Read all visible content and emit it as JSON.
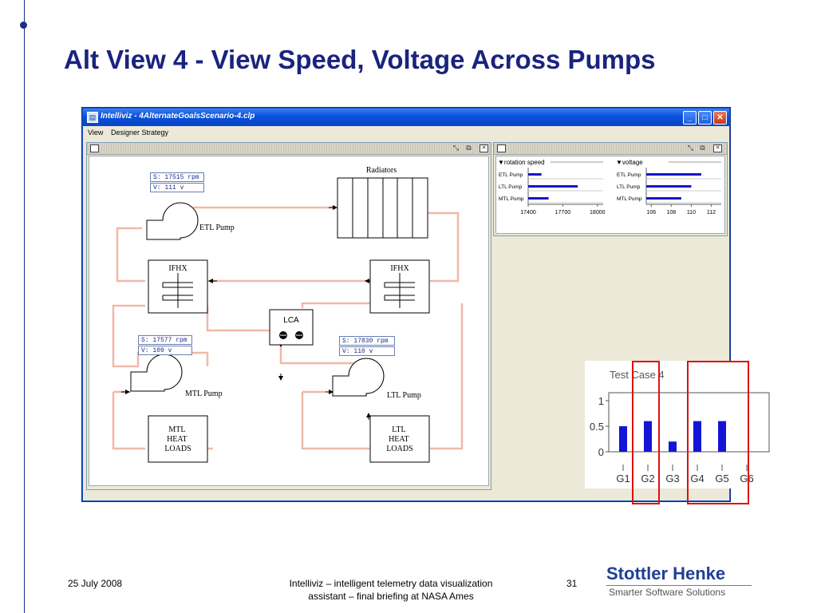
{
  "slide": {
    "title": "Alt View 4 - View Speed, Voltage Across Pumps"
  },
  "window": {
    "title": "Intelliviz - 4AlternateGoalsScenario-4.clp",
    "controls": {
      "minimize": "_",
      "maximize": "□",
      "close": "✕"
    },
    "menu": [
      "View",
      "Designer Strategy"
    ]
  },
  "schematic": {
    "radiators_label": "Radiators",
    "lca_label": "LCA",
    "ifhx_left_label": "IFHX",
    "ifhx_right_label": "IFHX",
    "etl_pump": {
      "label": "ETL Pump",
      "speed": "S: 17515 rpm",
      "voltage": "V: 111 v"
    },
    "mtl_pump": {
      "label": "MTL Pump",
      "speed": "S: 17577 rpm",
      "voltage": "V: 109 v"
    },
    "ltl_pump": {
      "label": "LTL Pump",
      "speed": "S: 17830 rpm",
      "voltage": "V: 110 v"
    },
    "mtl_loads": [
      "MTL",
      "HEAT",
      "LOADS"
    ],
    "ltl_loads": [
      "LTL",
      "HEAT",
      "LOADS"
    ],
    "line_color": "#f2b8a8"
  },
  "telemetry": {
    "rotation_speed": {
      "title": "▼rotation speed",
      "pumps": [
        "ETL Pump",
        "LTL Pump",
        "MTL Pump"
      ],
      "values": [
        17515,
        17830,
        17577
      ],
      "axis_min": 17400,
      "axis_max": 18050,
      "ticks": [
        "17400",
        "17700",
        "18000"
      ],
      "tick_values": [
        17400,
        17700,
        18000
      ]
    },
    "voltage": {
      "title": "▼voltage",
      "pumps": [
        "ETL Pump",
        "LTL Pump",
        "MTL Pump"
      ],
      "values": [
        111,
        110,
        109
      ],
      "axis_min": 105.5,
      "axis_max": 113,
      "ticks": [
        "106",
        "108",
        "110",
        "112"
      ],
      "tick_values": [
        106,
        108,
        110,
        112
      ]
    },
    "bar_color": "#1414c8"
  },
  "chart_data": {
    "type": "bar",
    "title": "Test Case 4",
    "categories": [
      "G1",
      "G2",
      "G3",
      "G4",
      "G5",
      "G6"
    ],
    "values": [
      0.5,
      0.6,
      0.2,
      0.6,
      0.6,
      0
    ],
    "yticks": [
      "1",
      "0.5",
      "0"
    ],
    "ytick_values": [
      1,
      0.5,
      0
    ],
    "ylim": [
      0,
      1
    ],
    "bar_color": "#1414d6",
    "highlight_color": "#e01010"
  },
  "footer": {
    "date": "25 July 2008",
    "desc_line1": "Intelliviz – intelligent telemetry data visualization",
    "desc_line2": "assistant – final briefing at NASA Ames",
    "page": "31",
    "brand": "Stottler Henke",
    "tagline": "Smarter Software Solutions"
  }
}
